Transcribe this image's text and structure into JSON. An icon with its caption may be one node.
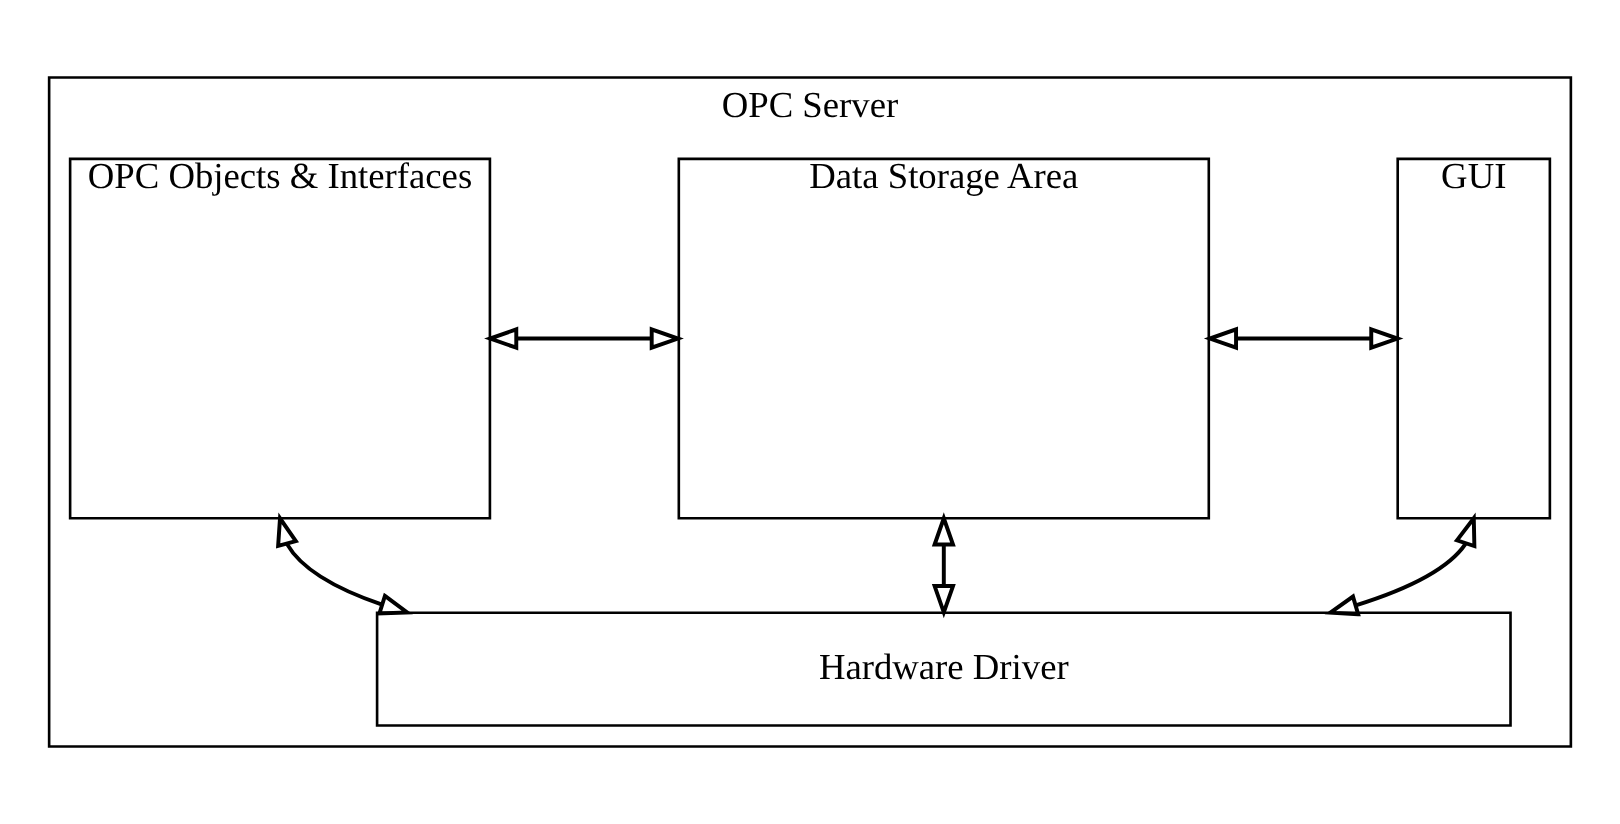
{
  "diagram": {
    "nodes": [
      {
        "text": [
          "OPC Server"
        ]
      },
      {
        "text": [
          "OPC Objects & Interfaces"
        ],
        "in": 0
      },
      {
        "text": [
          "Data Storage Area"
        ],
        "in": 0
      },
      {
        "text": [
          "GUI"
        ],
        "in": 0
      },
      {
        "text": [
          "Hardware Driver"
        ],
        "in": 0
      }
    ],
    "edges": [
      {
        "from": 1,
        "to": 2,
        "arrow": "both"
      },
      {
        "from": 2,
        "to": 3,
        "arrow": "both"
      },
      {
        "from": 1,
        "to": 4,
        "arrow": "both"
      },
      {
        "from": 2,
        "to": 4,
        "arrow": "both"
      },
      {
        "from": 3,
        "to": 4,
        "arrow": "both"
      }
    ]
  }
}
